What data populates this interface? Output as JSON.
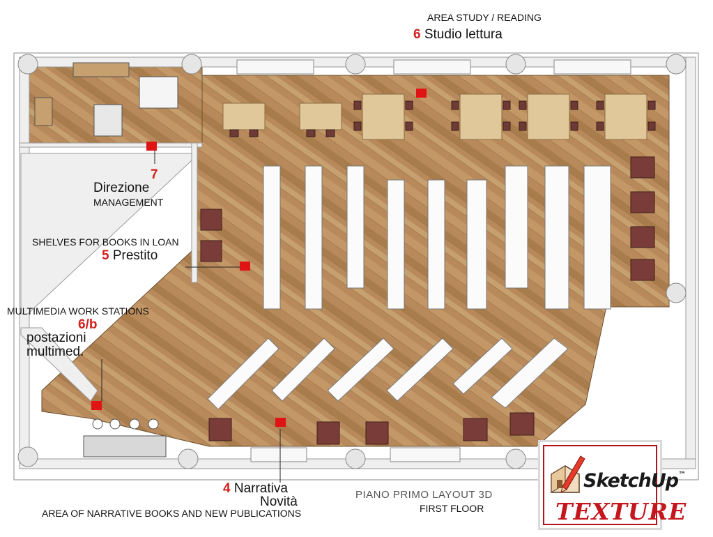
{
  "labels": {
    "area_study_en": "AREA STUDY / READING",
    "study_num": "6",
    "study_it": "Studio lettura",
    "management_num": "7",
    "management_it": "Direzione",
    "management_en": "MANAGEMENT",
    "loan_en": "SHELVES FOR BOOKS IN LOAN",
    "loan_num": "5",
    "loan_it": "Prestito",
    "multimedia_en": "MULTIMEDIA WORK STATIONS",
    "multimedia_num": "6/b",
    "multimedia_it_1": "postazioni",
    "multimedia_it_2": "multimed.",
    "narrative_num": "4",
    "narrative_it_1": "Narrativa",
    "narrative_it_2": "Novità",
    "narrative_en": "AREA OF NARRATIVE BOOKS AND NEW PUBLICATIONS",
    "floor_it": "PIANO PRIMO LAYOUT 3D",
    "floor_en": "FIRST FLOOR"
  },
  "logo": {
    "word_1": "SketchUp",
    "trademark": "™",
    "word_2": "TEXTURE",
    "icon": "sketchup-pencil-house-icon"
  },
  "colors": {
    "floor_wood": "#b58a57",
    "wall": "#f4f4f4",
    "marker_red": "#e01414",
    "logo_red": "#c4161c"
  }
}
